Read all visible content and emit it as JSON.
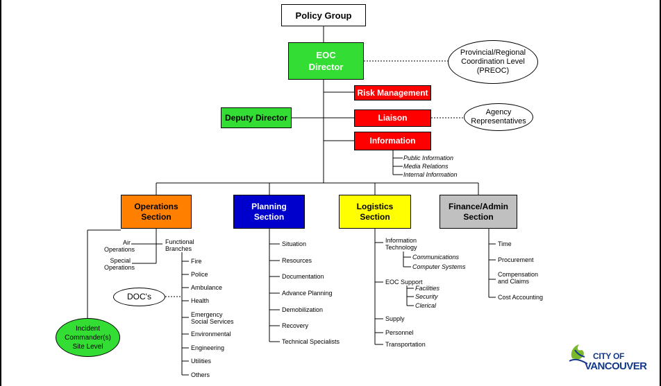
{
  "top": {
    "policy_group": "Policy Group",
    "eoc_director": "EOC\nDirector",
    "preoc": "Provincial/Regional\nCoordination Level\n(PREOC)",
    "risk_management": "Risk Management",
    "deputy_director": "Deputy Director",
    "liaison": "Liaison",
    "agency_reps": "Agency\nRepresentatives",
    "information": "Information",
    "information_items": [
      "Public Information",
      "Media Relations",
      "Internal Information"
    ]
  },
  "sections": {
    "operations": {
      "title": "Operations\nSection",
      "air_operations": "Air\nOperations",
      "special_operations": "Special\nOperations",
      "functional_branches": "Functional\nBranches",
      "branches": [
        "Fire",
        "Police",
        "Ambulance",
        "Health",
        "Emergency\nSocial Services",
        "Environmental",
        "Engineering",
        "Utilities",
        "Others"
      ],
      "docs": "DOC's",
      "incident_commander": "Incident\nCommander(s)\nSite Level"
    },
    "planning": {
      "title": "Planning\nSection",
      "items": [
        "Situation",
        "Resources",
        "Documentation",
        "Advance Planning",
        "Demobilization",
        "Recovery",
        "Technical Specialists"
      ]
    },
    "logistics": {
      "title": "Logistics\nSection",
      "information_technology": "Information\nTechnology",
      "it_items": [
        "Communications",
        "Computer Systems"
      ],
      "eoc_support": "EOC Support",
      "support_items": [
        "Facilities",
        "Security",
        "Clerical"
      ],
      "other_items": [
        "Supply",
        "Personnel",
        "Transportation"
      ]
    },
    "finance": {
      "title": "Finance/Admin\nSection",
      "items": [
        "Time",
        "Procurement",
        "Compensation\nand Claims",
        "Cost Accounting"
      ]
    }
  },
  "logo": {
    "line1": "CITY OF",
    "line2": "VANCOUVER"
  },
  "colors": {
    "green": "#33dd33",
    "red": "#ff0000",
    "orange": "#ff8000",
    "blue": "#0000cc",
    "yellow": "#ffff00",
    "grey": "#c0c0c0",
    "logo_blue": "#13388a",
    "logo_green": "#7ab929"
  }
}
